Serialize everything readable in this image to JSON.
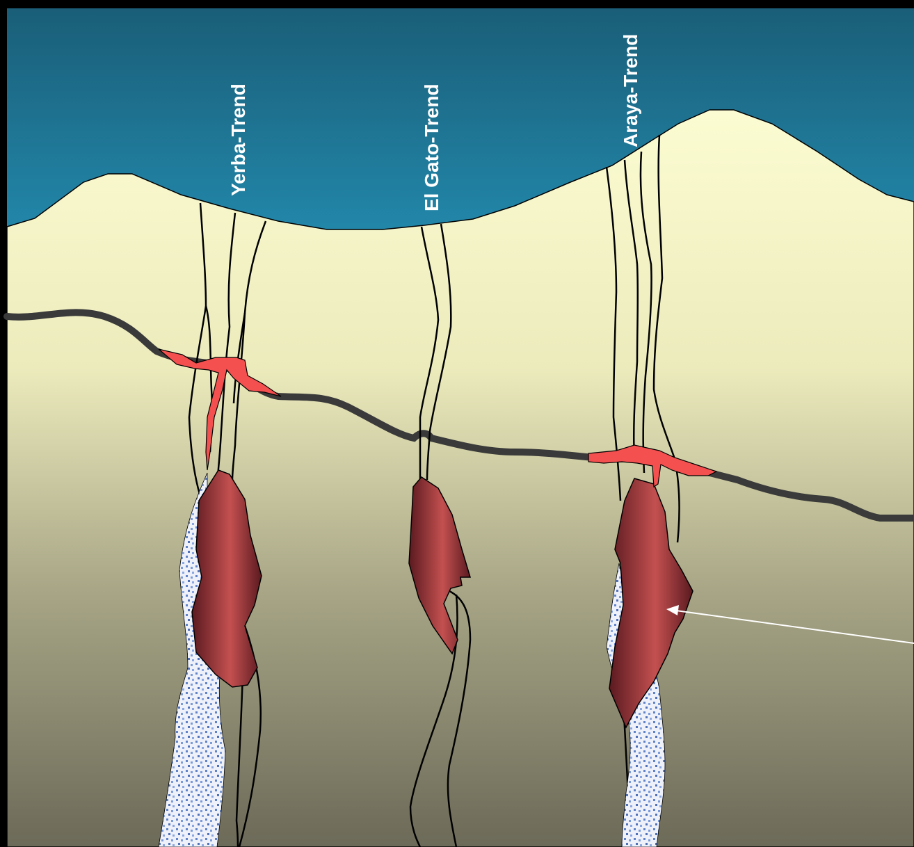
{
  "diagram": {
    "trends": [
      {
        "id": "yerba",
        "label": "Yerba-Trend"
      },
      {
        "id": "el-gato",
        "label": "El Gato-Trend"
      },
      {
        "id": "araya",
        "label": "Araya-Trend"
      }
    ],
    "colors": {
      "sky_top": "#1a5e78",
      "sky_bottom": "#2ec4f4",
      "ground_top": "#fbfbd0",
      "ground_bottom": "#6e6a58",
      "horizon_line": "#3a3a3a",
      "vein": "#f55050",
      "orebody_dark": "#6a2228",
      "orebody_light": "#c45050",
      "breccia": "#6a8cd0",
      "annotation_arrow": "#ffffff"
    }
  }
}
